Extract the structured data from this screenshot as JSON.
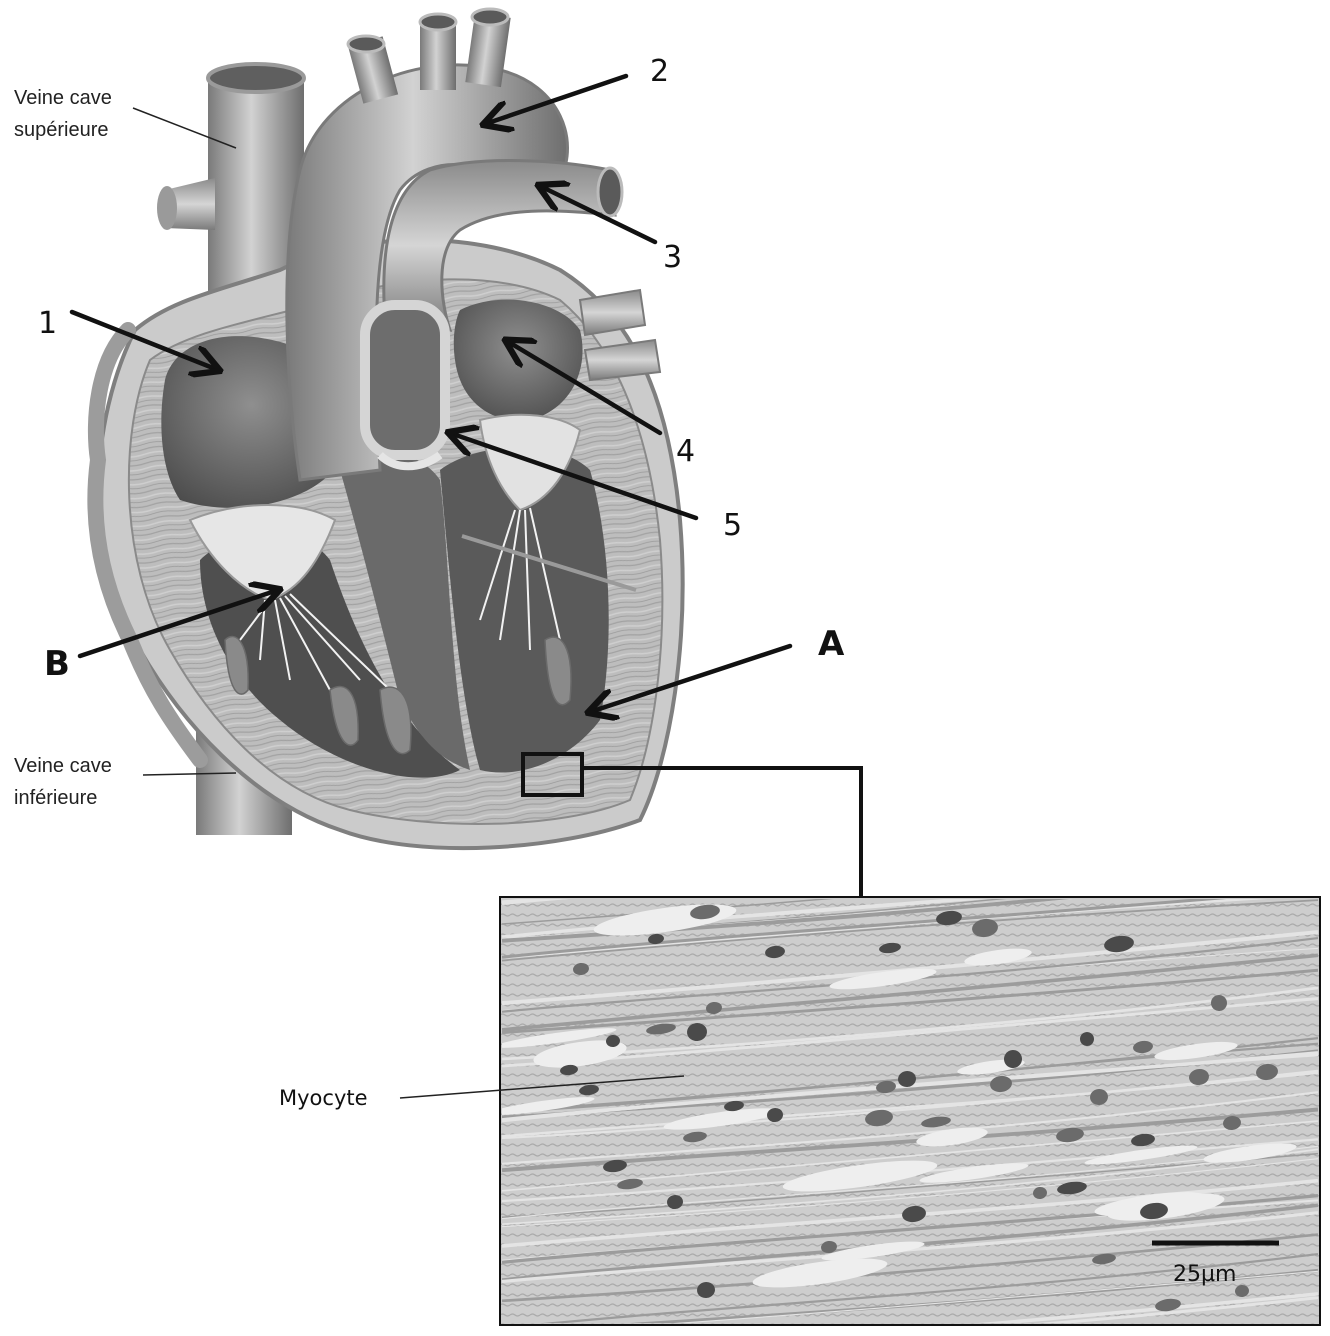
{
  "labels": {
    "svc_line1": "Veine cave",
    "svc_line2": "supérieure",
    "ivc_line1": "Veine cave",
    "ivc_line2": "inférieure",
    "n1": "1",
    "n2": "2",
    "n3": "3",
    "n4": "4",
    "n5": "5",
    "A": "A",
    "B": "B",
    "myocyte": "Myocyte",
    "scale_bar": "25µm"
  },
  "colors": {
    "ink": "#111111",
    "heart_dark": "#5b5b5b",
    "heart_mid": "#8e8e8e",
    "heart_light": "#c9c9c9",
    "tissue_bg": "#b9b9b9"
  }
}
